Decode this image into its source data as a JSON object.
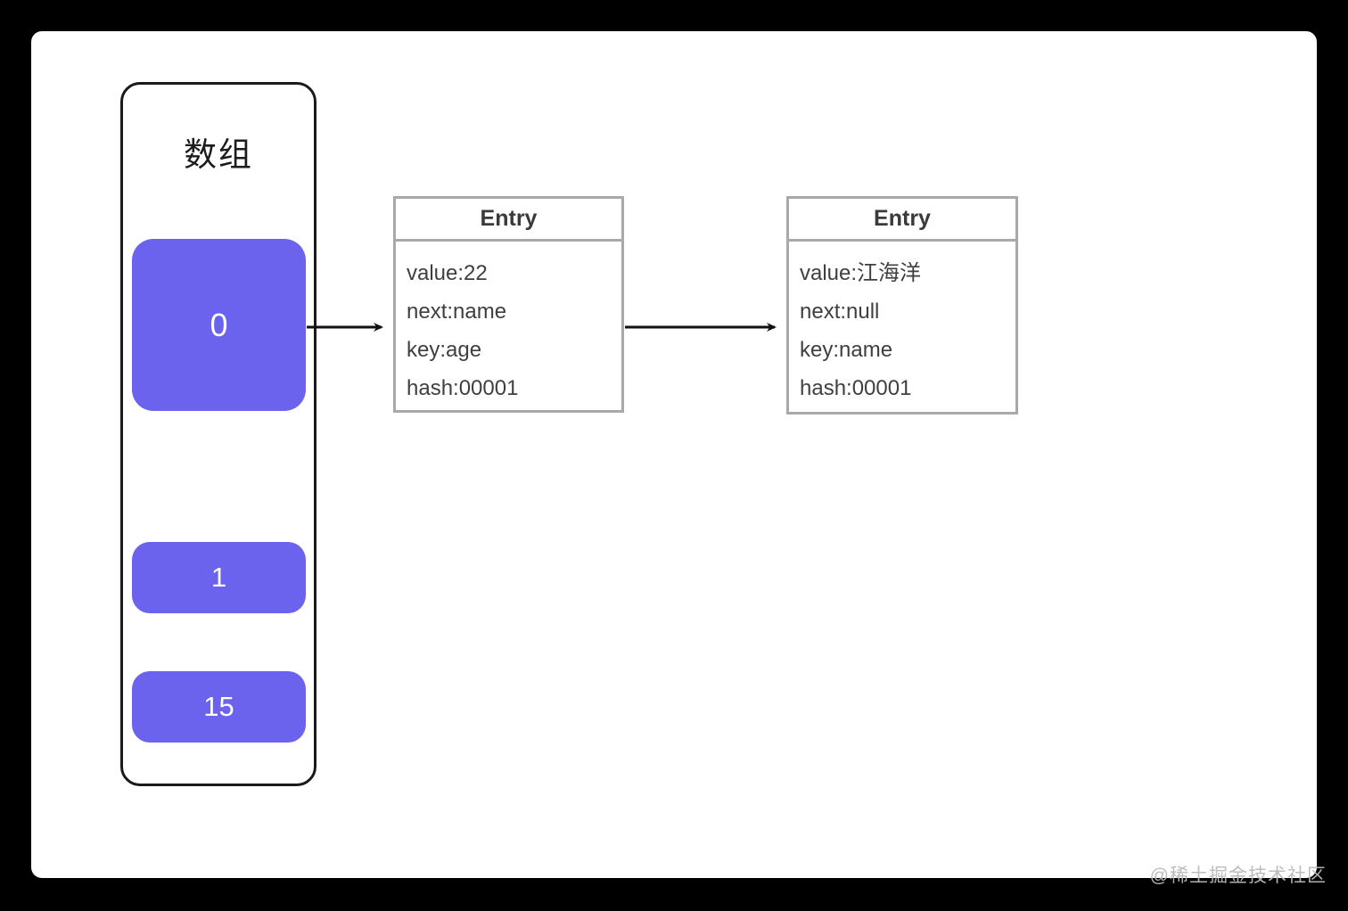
{
  "diagram": {
    "array_panel": {
      "title": "数组",
      "buckets": [
        {
          "label": "0"
        },
        {
          "label": "1"
        },
        {
          "label": "15"
        }
      ]
    },
    "entry_cards": [
      {
        "title": "Entry",
        "fields": [
          "value:22",
          "next:name",
          "key:age",
          "hash:00001"
        ]
      },
      {
        "title": "Entry",
        "fields": [
          "value:江海洋",
          "next:null",
          "key:name",
          "hash:00001"
        ]
      }
    ],
    "colors": {
      "bucket_fill": "#6b62ee",
      "entry_border": "#a9a9a9",
      "panel_border": "#1a1a1a",
      "frame": "#000000",
      "surface": "#ffffff",
      "arrow": "#111111"
    }
  },
  "watermark": "@稀土掘金技术社区"
}
